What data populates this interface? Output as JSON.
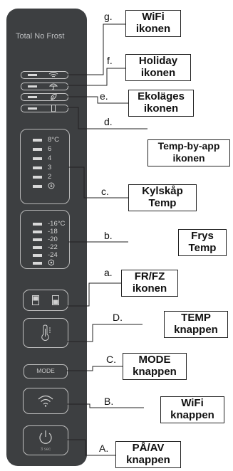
{
  "panel": {
    "brand": "Total No Frost",
    "fridge_temps": [
      "8°C",
      "6",
      "4",
      "3",
      "2"
    ],
    "freezer_temps": [
      "-16°C",
      "-18",
      "-20",
      "-22",
      "-24"
    ],
    "mode_button": "MODE",
    "power_caption": "3 sec"
  },
  "callouts": [
    {
      "letter": "g.",
      "label": "WiFi\nikonen"
    },
    {
      "letter": "f.",
      "label": "Holiday\nikonen"
    },
    {
      "letter": "e.",
      "label": "Ekoläges\nikonen"
    },
    {
      "letter": "d.",
      "label": "Temp-by-app\nikonen"
    },
    {
      "letter": "c.",
      "label": "Kylskåp\nTemp"
    },
    {
      "letter": "b.",
      "label": "Frys\nTemp"
    },
    {
      "letter": "a.",
      "label": "FR/FZ\nikonen"
    },
    {
      "letter": "D.",
      "label": "TEMP\nknappen"
    },
    {
      "letter": "C.",
      "label": "MODE\nknappen"
    },
    {
      "letter": "B.",
      "label": "WiFi\nknappen"
    },
    {
      "letter": "A.",
      "label": "PÅ/AV\nknappen"
    }
  ]
}
